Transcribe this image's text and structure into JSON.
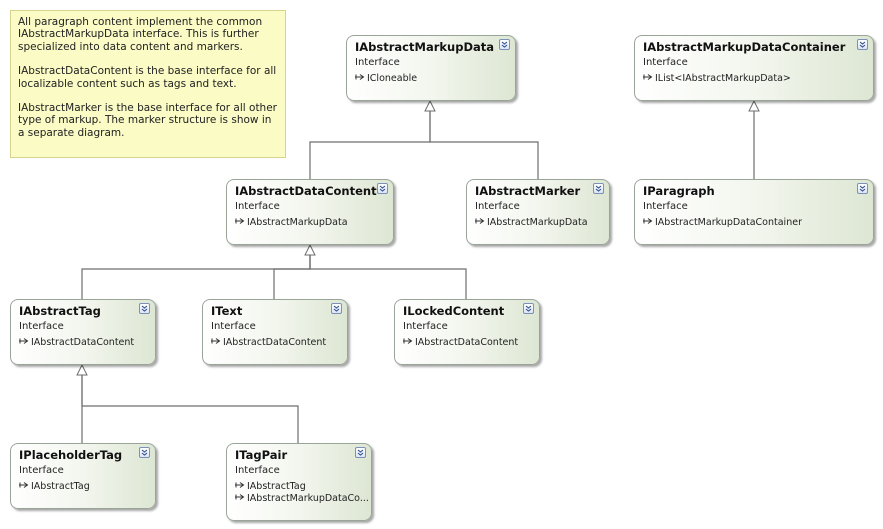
{
  "note": {
    "paragraphs": [
      "All paragraph content implement the common IAbstractMarkupData interface. This is further specialized into data content and markers.",
      "IAbstractDataContent is the base interface for all localizable content such as tags and text.",
      "IAbstractMarker is the base interface for all other type of markup. The marker structure is show in a separate diagram."
    ]
  },
  "icons": {
    "collapse": "double-chevron-icon",
    "implements": "lollipop-arrow-icon"
  },
  "colors": {
    "note_bg": "#fbfbc6",
    "node_border": "#9aa59a",
    "node_gradient_end": "#dde6d3",
    "connector": "#6d6d6d"
  },
  "nodes": [
    {
      "id": "IAbstractMarkupData",
      "title": "IAbstractMarkupData",
      "kind": "Interface",
      "implements": [
        "ICloneable"
      ]
    },
    {
      "id": "IAbstractMarkupDataContainer",
      "title": "IAbstractMarkupDataContainer",
      "kind": "Interface",
      "implements": [
        "IList<IAbstractMarkupData>"
      ]
    },
    {
      "id": "IAbstractDataContent",
      "title": "IAbstractDataContent",
      "kind": "Interface",
      "implements": [
        "IAbstractMarkupData"
      ]
    },
    {
      "id": "IAbstractMarker",
      "title": "IAbstractMarker",
      "kind": "Interface",
      "implements": [
        "IAbstractMarkupData"
      ]
    },
    {
      "id": "IParagraph",
      "title": "IParagraph",
      "kind": "Interface",
      "implements": [
        "IAbstractMarkupDataContainer"
      ]
    },
    {
      "id": "IAbstractTag",
      "title": "IAbstractTag",
      "kind": "Interface",
      "implements": [
        "IAbstractDataContent"
      ]
    },
    {
      "id": "IText",
      "title": "IText",
      "kind": "Interface",
      "implements": [
        "IAbstractDataContent"
      ]
    },
    {
      "id": "ILockedContent",
      "title": "ILockedContent",
      "kind": "Interface",
      "implements": [
        "IAbstractDataContent"
      ]
    },
    {
      "id": "IPlaceholderTag",
      "title": "IPlaceholderTag",
      "kind": "Interface",
      "implements": [
        "IAbstractTag"
      ]
    },
    {
      "id": "ITagPair",
      "title": "ITagPair",
      "kind": "Interface",
      "implements": [
        "IAbstractTag",
        "IAbstractMarkupDataCo..."
      ]
    }
  ],
  "edges": [
    {
      "from": "IAbstractDataContent",
      "to": "IAbstractMarkupData"
    },
    {
      "from": "IAbstractMarker",
      "to": "IAbstractMarkupData"
    },
    {
      "from": "IParagraph",
      "to": "IAbstractMarkupDataContainer"
    },
    {
      "from": "IAbstractTag",
      "to": "IAbstractDataContent"
    },
    {
      "from": "IText",
      "to": "IAbstractDataContent"
    },
    {
      "from": "ILockedContent",
      "to": "IAbstractDataContent"
    },
    {
      "from": "IPlaceholderTag",
      "to": "IAbstractTag"
    },
    {
      "from": "ITagPair",
      "to": "IAbstractTag"
    }
  ]
}
